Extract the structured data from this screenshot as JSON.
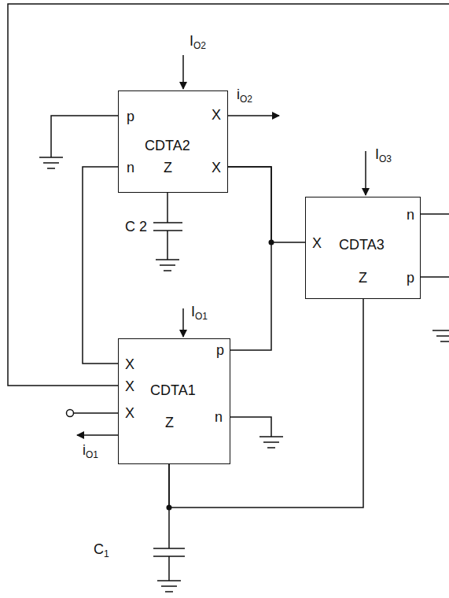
{
  "diagram": {
    "nodes": [
      {
        "text": [
          "p",
          "X",
          "CDTA2",
          "n",
          "Z",
          "X"
        ]
      },
      {
        "text": [
          "n",
          "X",
          "CDTA3",
          "Z",
          "p"
        ]
      },
      {
        "text": [
          "X",
          "X",
          "X",
          "p",
          "CDTA1",
          "Z",
          "n"
        ]
      }
    ],
    "edges": [
      {
        "from": 0,
        "to": 1,
        "arrow": "none"
      },
      {
        "from": 0,
        "to": 2,
        "arrow": "none"
      },
      {
        "from": 0,
        "to": 2,
        "arrow": "none"
      },
      {
        "from": 1,
        "to": 2,
        "arrow": "none"
      }
    ],
    "labels": [
      "IO2",
      "iO2",
      "IO3",
      "IO1",
      "iO1",
      "C 2",
      "C1"
    ]
  }
}
